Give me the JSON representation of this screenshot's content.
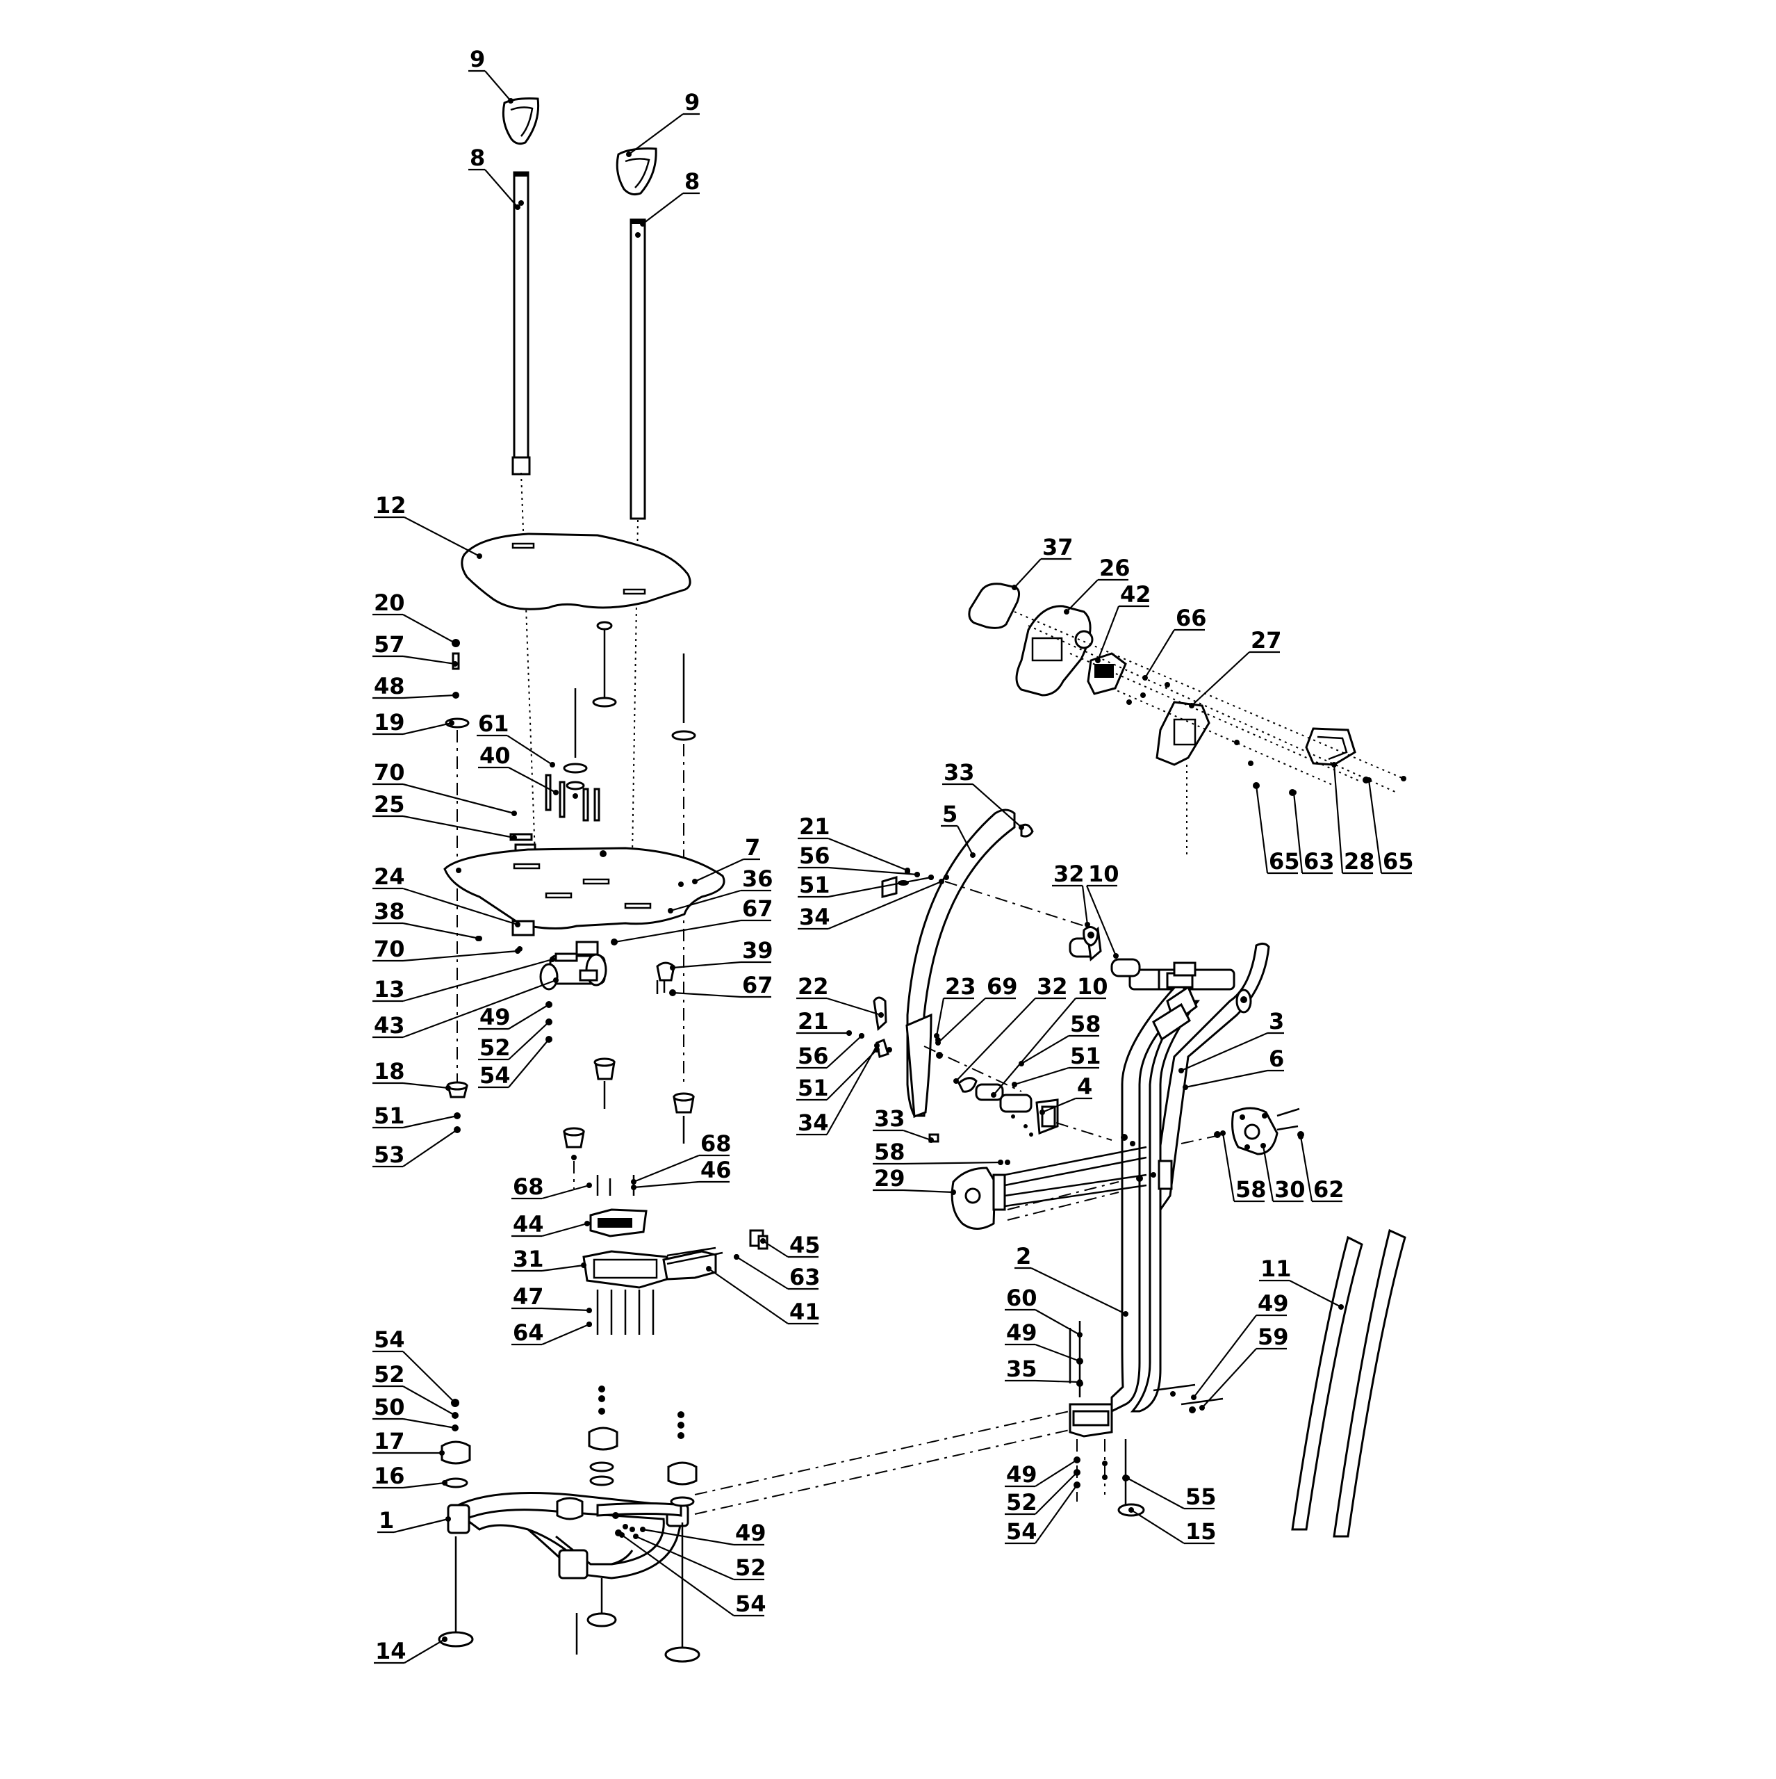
{
  "callouts": [
    {
      "label": "9"
    },
    {
      "label": "9"
    },
    {
      "label": "8"
    },
    {
      "label": "8"
    },
    {
      "label": "12"
    },
    {
      "label": "20"
    },
    {
      "label": "57"
    },
    {
      "label": "48"
    },
    {
      "label": "19"
    },
    {
      "label": "61"
    },
    {
      "label": "40"
    },
    {
      "label": "70"
    },
    {
      "label": "25"
    },
    {
      "label": "7"
    },
    {
      "label": "24"
    },
    {
      "label": "36"
    },
    {
      "label": "38"
    },
    {
      "label": "67"
    },
    {
      "label": "70"
    },
    {
      "label": "39"
    },
    {
      "label": "13"
    },
    {
      "label": "67"
    },
    {
      "label": "43"
    },
    {
      "label": "49"
    },
    {
      "label": "52"
    },
    {
      "label": "54"
    },
    {
      "label": "18"
    },
    {
      "label": "51"
    },
    {
      "label": "53"
    },
    {
      "label": "68"
    },
    {
      "label": "68"
    },
    {
      "label": "46"
    },
    {
      "label": "44"
    },
    {
      "label": "45"
    },
    {
      "label": "31"
    },
    {
      "label": "63"
    },
    {
      "label": "47"
    },
    {
      "label": "41"
    },
    {
      "label": "64"
    },
    {
      "label": "54"
    },
    {
      "label": "52"
    },
    {
      "label": "50"
    },
    {
      "label": "17"
    },
    {
      "label": "16"
    },
    {
      "label": "1"
    },
    {
      "label": "49"
    },
    {
      "label": "52"
    },
    {
      "label": "54"
    },
    {
      "label": "14"
    },
    {
      "label": "37"
    },
    {
      "label": "26"
    },
    {
      "label": "42"
    },
    {
      "label": "66"
    },
    {
      "label": "27"
    },
    {
      "label": "33"
    },
    {
      "label": "5"
    },
    {
      "label": "21"
    },
    {
      "label": "56"
    },
    {
      "label": "51"
    },
    {
      "label": "34"
    },
    {
      "label": "32"
    },
    {
      "label": "10"
    },
    {
      "label": "65"
    },
    {
      "label": "63"
    },
    {
      "label": "28"
    },
    {
      "label": "65"
    },
    {
      "label": "22"
    },
    {
      "label": "23"
    },
    {
      "label": "69"
    },
    {
      "label": "32"
    },
    {
      "label": "10"
    },
    {
      "label": "21"
    },
    {
      "label": "58"
    },
    {
      "label": "56"
    },
    {
      "label": "51"
    },
    {
      "label": "3"
    },
    {
      "label": "6"
    },
    {
      "label": "51"
    },
    {
      "label": "4"
    },
    {
      "label": "34"
    },
    {
      "label": "33"
    },
    {
      "label": "58"
    },
    {
      "label": "29"
    },
    {
      "label": "58"
    },
    {
      "label": "30"
    },
    {
      "label": "62"
    },
    {
      "label": "2"
    },
    {
      "label": "11"
    },
    {
      "label": "60"
    },
    {
      "label": "49"
    },
    {
      "label": "49"
    },
    {
      "label": "59"
    },
    {
      "label": "35"
    },
    {
      "label": "49"
    },
    {
      "label": "52"
    },
    {
      "label": "55"
    },
    {
      "label": "54"
    },
    {
      "label": "15"
    }
  ]
}
